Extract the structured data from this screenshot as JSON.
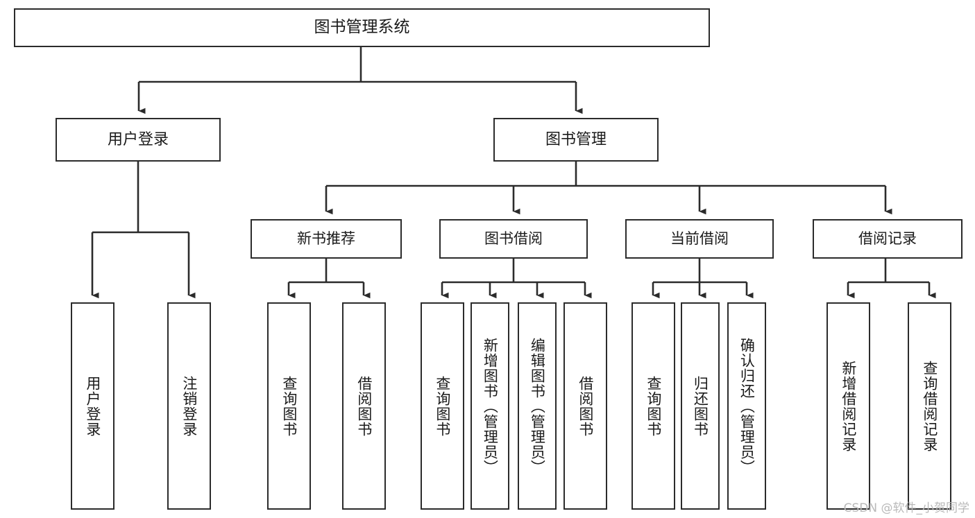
{
  "diagram": {
    "title": "图书管理系统",
    "type": "tree-hierarchy",
    "orientation": "top-down",
    "box_fill": "#ffffff",
    "box_stroke": "#2b2b2b",
    "edge_color": "#2b2b2b"
  },
  "nodes": {
    "root": {
      "label": "图书管理系统",
      "level": 0
    },
    "l1": [
      {
        "id": "user-login",
        "label": "用户登录",
        "level": 1
      },
      {
        "id": "book-manage",
        "label": "图书管理",
        "level": 1
      }
    ],
    "l2": [
      {
        "id": "new-book-recommend",
        "label": "新书推荐",
        "level": 2,
        "parent": "book-manage"
      },
      {
        "id": "book-borrow",
        "label": "图书借阅",
        "level": 2,
        "parent": "book-manage"
      },
      {
        "id": "current-borrow",
        "label": "当前借阅",
        "level": 2,
        "parent": "book-manage"
      },
      {
        "id": "borrow-record",
        "label": "借阅记录",
        "level": 2,
        "parent": "book-manage"
      }
    ],
    "leaves": [
      {
        "id": "leaf-user-login",
        "label": "用户登录",
        "parent": "user-login"
      },
      {
        "id": "leaf-logout-login",
        "label": "注销登录",
        "parent": "user-login"
      },
      {
        "id": "leaf-query-book-1",
        "label": "查询图书",
        "parent": "new-book-recommend"
      },
      {
        "id": "leaf-borrow-book-1",
        "label": "借阅图书",
        "parent": "new-book-recommend"
      },
      {
        "id": "leaf-query-book-2",
        "label": "查询图书",
        "parent": "book-borrow"
      },
      {
        "id": "leaf-add-book",
        "label": "新增图书（管理员）",
        "parent": "book-borrow"
      },
      {
        "id": "leaf-edit-book",
        "label": "编辑图书（管理员）",
        "parent": "book-borrow"
      },
      {
        "id": "leaf-borrow-book-2",
        "label": "借阅图书",
        "parent": "book-borrow"
      },
      {
        "id": "leaf-query-book-3",
        "label": "查询图书",
        "parent": "current-borrow"
      },
      {
        "id": "leaf-return-book",
        "label": "归还图书",
        "parent": "current-borrow"
      },
      {
        "id": "leaf-confirm-return",
        "label": "确认归还（管理员）",
        "parent": "current-borrow"
      },
      {
        "id": "leaf-add-record",
        "label": "新增借阅记录",
        "parent": "borrow-record"
      },
      {
        "id": "leaf-query-record",
        "label": "查询借阅记录",
        "parent": "borrow-record"
      }
    ]
  },
  "watermark": {
    "text": "CSDN @软件_小贺同学"
  }
}
